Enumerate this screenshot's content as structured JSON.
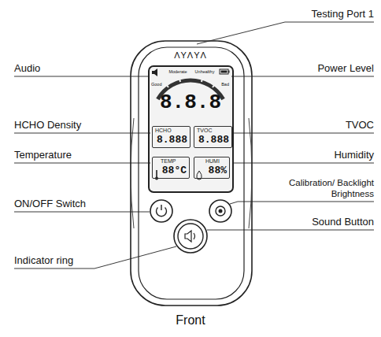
{
  "diagram": {
    "caption": "Front",
    "nodes": [
      {
        "text": [
          "HCHO",
          "8.888"
        ]
      },
      {
        "text": [
          "TVOC",
          "8.888"
        ]
      },
      {
        "text": [
          "TEMP",
          "88°C"
        ]
      },
      {
        "text": [
          "HUMI",
          "88%"
        ]
      }
    ],
    "labels": [
      "Testing Port 1",
      "Audio",
      "Power Level",
      "HCHO Density",
      "TVOC",
      "Temperature",
      "Humidity",
      "ON/OFF Switch",
      "Calibration/ Backlight Brightness",
      "Sound Button",
      "Indicator ring",
      "ΛYΛYΛ",
      "Moderate",
      "Unhealthy",
      "Good",
      "Bad",
      "8.8.8"
    ]
  }
}
